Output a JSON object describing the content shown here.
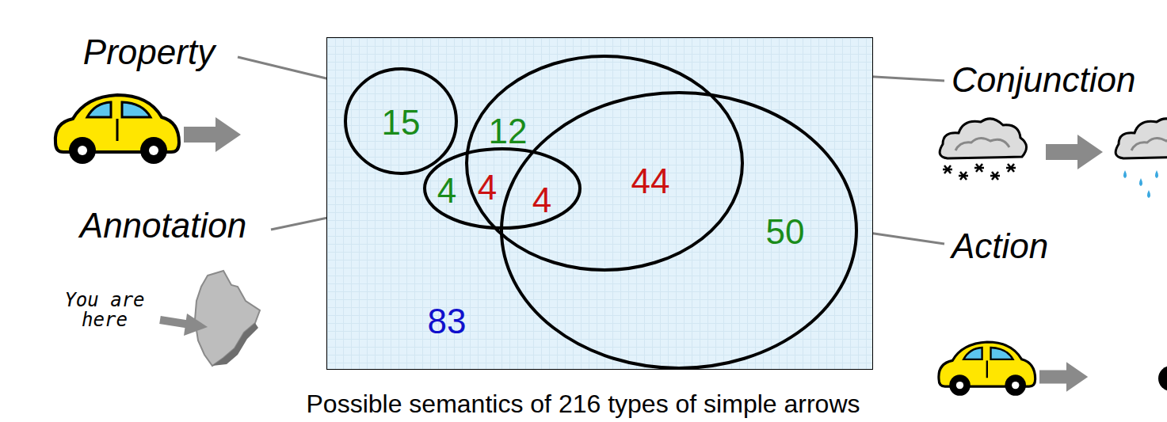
{
  "diagram": {
    "caption": "Possible semantics of 216 types of simple arrows",
    "nodes": [
      {
        "text": [
          "83"
        ]
      },
      {
        "text": [
          "Property",
          "15"
        ],
        "in": 0
      },
      {
        "text": [
          "Conjunction",
          "12",
          "4",
          "44"
        ],
        "in": 0
      },
      {
        "text": [
          "Annotation",
          "4",
          "4"
        ],
        "in": 0
      },
      {
        "text": [
          "Action",
          "50"
        ],
        "in": 0
      }
    ],
    "labels": [
      "You are here"
    ]
  }
}
